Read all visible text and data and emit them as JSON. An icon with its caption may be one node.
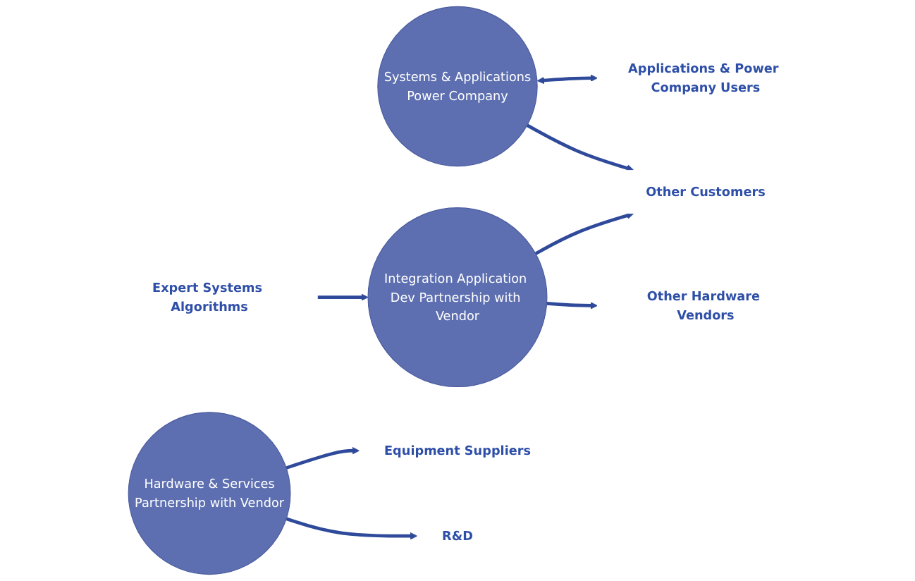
{
  "diagram": {
    "nodes": [
      {
        "text": [
          "Hardware & Services",
          "Partnership with Vendor"
        ]
      },
      {
        "text": [
          "Systems & Applications",
          "Power Company"
        ]
      },
      {
        "text": [
          "Integration Application Dev Partnership with Vendor"
        ]
      },
      {
        "text": [
          "Equipment Suppliers"
        ]
      },
      {
        "text": [
          "Applications & Power Company Users"
        ]
      },
      {
        "text": [
          "R&D"
        ]
      },
      {
        "text": [
          "Other Customers"
        ]
      },
      {
        "text": [
          "Expert Systems Algorithms"
        ]
      },
      {
        "text": [
          "Other Hardware Vendors"
        ]
      }
    ],
    "edges": [
      {
        "from": 0,
        "to": 3,
        "arrow": "to"
      },
      {
        "from": 1,
        "to": 4,
        "arrow": "both"
      },
      {
        "from": 0,
        "to": 5,
        "arrow": "to"
      },
      {
        "from": 1,
        "to": 6,
        "arrow": "to"
      },
      {
        "from": 2,
        "to": 6,
        "arrow": "to"
      },
      {
        "from": 7,
        "to": 2,
        "arrow": "to"
      },
      {
        "from": 2,
        "to": 8,
        "arrow": "to"
      }
    ]
  }
}
